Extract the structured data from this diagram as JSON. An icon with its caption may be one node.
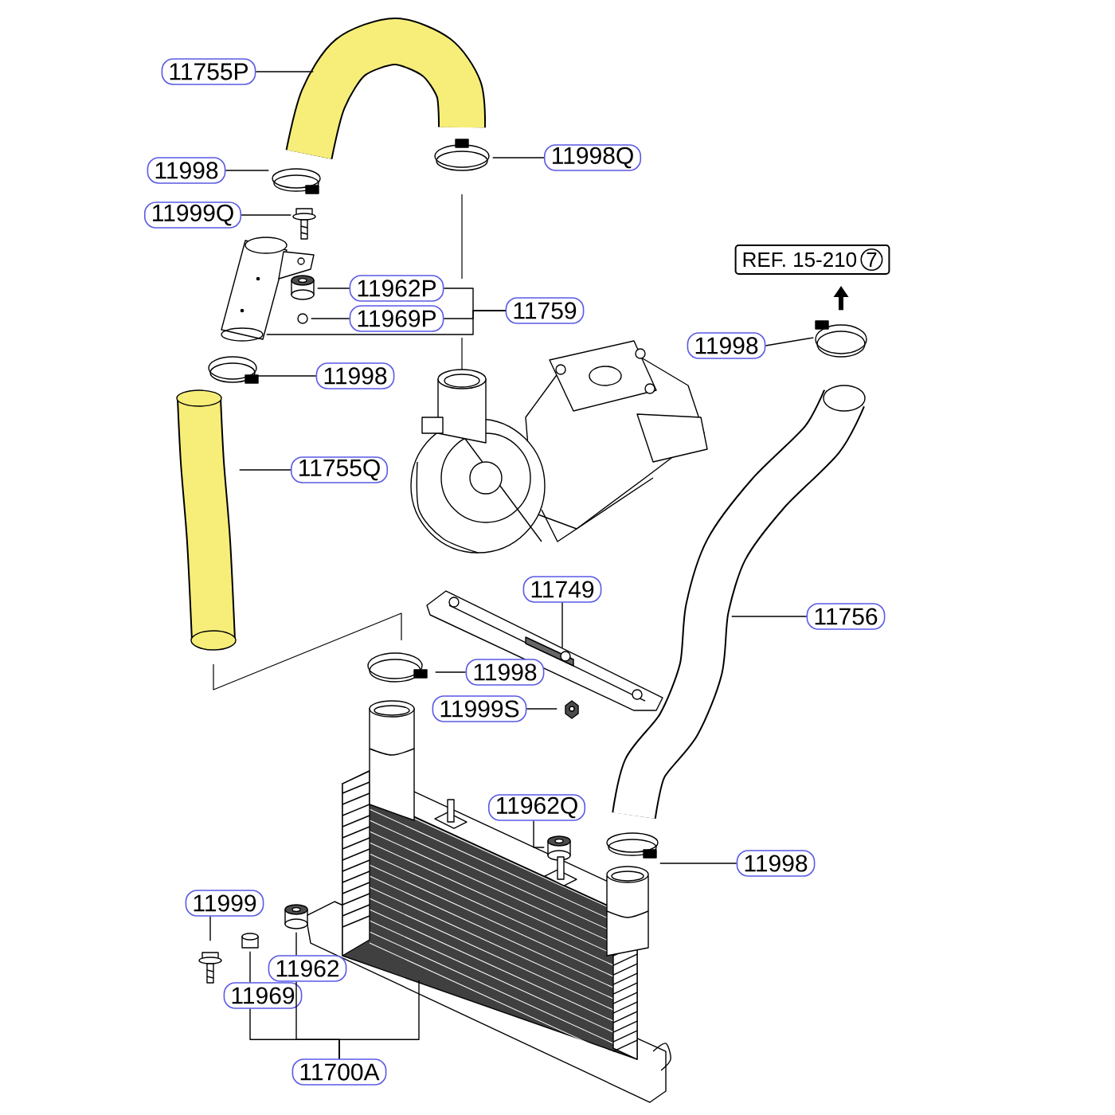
{
  "diagram": {
    "nodes": [
      {
        "text": [
          "11755P"
        ]
      },
      {
        "text": [
          "11998"
        ]
      },
      {
        "text": [
          "11999Q"
        ]
      },
      {
        "text": [
          "11998Q"
        ]
      },
      {
        "text": [
          "11962P"
        ]
      },
      {
        "text": [
          "11969P"
        ]
      },
      {
        "text": [
          "11759"
        ]
      },
      {
        "text": [
          "11998"
        ]
      },
      {
        "text": [
          "11755Q"
        ]
      },
      {
        "text": [
          "REF. 15-210",
          "7"
        ]
      },
      {
        "text": [
          "11998"
        ]
      },
      {
        "text": [
          "11749"
        ]
      },
      {
        "text": [
          "11756"
        ]
      },
      {
        "text": [
          "11998"
        ]
      },
      {
        "text": [
          "11999S"
        ]
      },
      {
        "text": [
          "11962Q"
        ]
      },
      {
        "text": [
          "11998"
        ]
      },
      {
        "text": [
          "11999"
        ]
      },
      {
        "text": [
          "11962"
        ]
      },
      {
        "text": [
          "11969"
        ]
      },
      {
        "text": [
          "11700A"
        ]
      },
      {
        "text": [],
        "shape": "picture"
      },
      {
        "text": [],
        "shape": "circle"
      },
      {
        "text": [],
        "shape": "picture"
      },
      {
        "text": [],
        "shape": "picture"
      },
      {
        "text": [],
        "shape": "cylinder"
      },
      {
        "text": [],
        "shape": "circle"
      },
      {
        "text": [],
        "shape": "picture"
      },
      {
        "text": [],
        "shape": "picture"
      },
      {
        "text": [],
        "shape": "picture"
      },
      {
        "text": [],
        "shape": "picture"
      },
      {
        "text": [],
        "shape": "picture"
      },
      {
        "text": [],
        "shape": "picture"
      },
      {
        "text": [],
        "shape": "picture"
      },
      {
        "text": [],
        "shape": "picture"
      },
      {
        "text": [],
        "shape": "cylinder"
      },
      {
        "text": [],
        "shape": "circle"
      },
      {
        "text": [],
        "shape": "picture"
      },
      {
        "text": [],
        "shape": "cylinder"
      },
      {
        "text": [],
        "shape": "cylinder"
      },
      {
        "text": [],
        "shape": "picture"
      }
    ],
    "edges": [
      {
        "from": 0,
        "to": 21,
        "arrow": "none"
      },
      {
        "from": 1,
        "to": 22,
        "arrow": "none"
      },
      {
        "from": 2,
        "to": 23,
        "arrow": "none"
      },
      {
        "from": 3,
        "to": 24,
        "arrow": "none"
      },
      {
        "from": 4,
        "to": 25,
        "arrow": "none"
      },
      {
        "from": 5,
        "to": 26,
        "arrow": "none"
      },
      {
        "from": 6,
        "to": 27,
        "arrow": "none"
      },
      {
        "from": 6,
        "to": 4,
        "arrow": "none"
      },
      {
        "from": 6,
        "to": 5,
        "arrow": "none"
      },
      {
        "from": 7,
        "to": 28,
        "arrow": "none"
      },
      {
        "from": 8,
        "to": 29,
        "arrow": "none"
      },
      {
        "from": 10,
        "to": 30,
        "arrow": "none"
      },
      {
        "from": 30,
        "to": 9,
        "arrow": "to",
        "style": "thick"
      },
      {
        "from": 11,
        "to": 31,
        "arrow": "none"
      },
      {
        "from": 12,
        "to": 32,
        "arrow": "none"
      },
      {
        "from": 13,
        "to": 33,
        "arrow": "none"
      },
      {
        "from": 14,
        "to": 34,
        "arrow": "none"
      },
      {
        "from": 15,
        "to": 35,
        "arrow": "none"
      },
      {
        "from": 16,
        "to": 36,
        "arrow": "none"
      },
      {
        "from": 17,
        "to": 37,
        "arrow": "none"
      },
      {
        "from": 18,
        "to": 38,
        "arrow": "none"
      },
      {
        "from": 19,
        "to": 39,
        "arrow": "none"
      },
      {
        "from": 20,
        "to": 40,
        "arrow": "none"
      },
      {
        "from": 20,
        "to": 19,
        "arrow": "none"
      },
      {
        "from": 20,
        "to": 18,
        "arrow": "none"
      }
    ]
  }
}
